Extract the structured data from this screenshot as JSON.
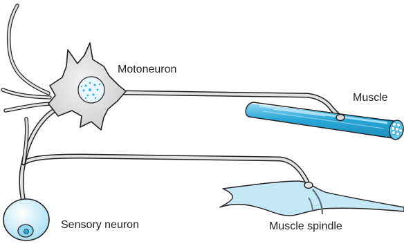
{
  "labels": {
    "motoneuron": "Motoneuron",
    "muscle": "Muscle",
    "sensory_neuron": "Sensory neuron",
    "muscle_spindle": "Muscle spindle"
  },
  "colors": {
    "outline": "#231f20",
    "axon_fill": "#e3e3e3",
    "soma_fill": "#d9d9d9",
    "muscle_fill": "#2aa8d8",
    "muscle_highlight": "#8fd6f2",
    "nucleus_fill": "#5ec8ee",
    "sensory_fill": "#cfeefb",
    "spindle_fill": "#c5e8f6"
  }
}
